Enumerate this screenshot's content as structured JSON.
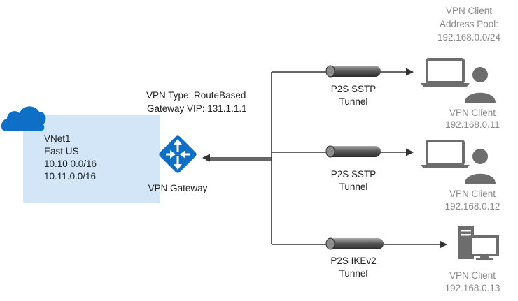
{
  "vnet": {
    "name": "VNet1",
    "region": "East US",
    "prefix1": "10.10.0.0/16",
    "prefix2": "10.11.0.0/16"
  },
  "gateway": {
    "vpn_type": "VPN Type: RouteBased",
    "vip": "Gateway VIP: 131.1.1.1",
    "label": "VPN Gateway"
  },
  "pool": {
    "line1": "VPN Client",
    "line2": "Address Pool:",
    "line3": "192.168.0.0/24"
  },
  "tunnels": [
    {
      "protocol": "P2S SSTP",
      "word": "Tunnel"
    },
    {
      "protocol": "P2S SSTP",
      "word": "Tunnel"
    },
    {
      "protocol": "P2S IKEv2",
      "word": "Tunnel"
    }
  ],
  "clients": [
    {
      "label": "VPN Client",
      "ip": "192.168.0.11"
    },
    {
      "label": "VPN Client",
      "ip": "192.168.0.12"
    },
    {
      "label": "VPN Client",
      "ip": "192.168.0.13"
    }
  ],
  "colors": {
    "vnet_fill": "#d2e6f7",
    "azure_blue": "#0f6fc6",
    "device_gray": "#6d6d6d",
    "line": "#333333"
  },
  "icons": [
    "cloud-icon",
    "vpn-gateway-icon",
    "laptop-icon",
    "user-icon",
    "desktop-computer-icon",
    "pipe-tunnel-icon"
  ]
}
